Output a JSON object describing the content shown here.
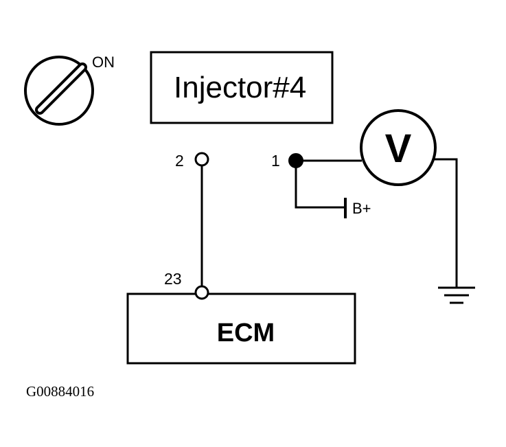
{
  "ignition_switch": {
    "state_label": "ON"
  },
  "injector": {
    "label": "Injector#4",
    "pins": [
      "2",
      "1"
    ]
  },
  "ecm": {
    "label": "ECM",
    "pin": "23"
  },
  "voltmeter": {
    "symbol": "V"
  },
  "battery": {
    "label": "B+"
  },
  "figure_id": "G00884016"
}
